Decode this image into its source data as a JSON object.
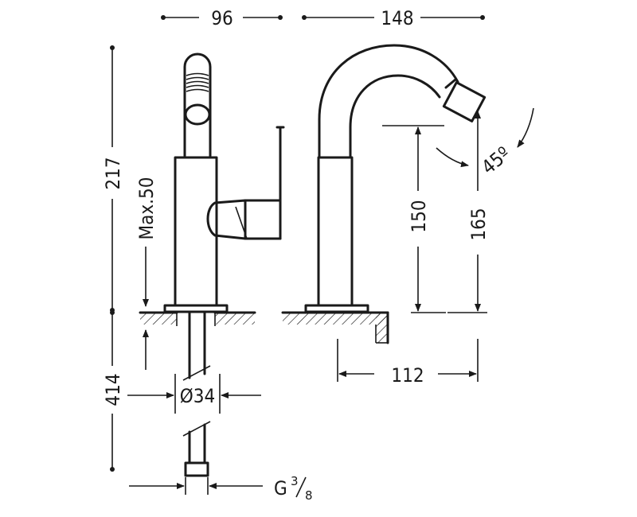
{
  "dimensions": {
    "top_width_left": "96",
    "top_width_right": "148",
    "total_height": "217",
    "max_deck": "Max.50",
    "below_deck": "414",
    "hole_diameter": "Ø34",
    "outlet_height_spout": "150",
    "outlet_height_total": "165",
    "spout_reach": "112",
    "swivel_angle": "45º",
    "thread_letter": "G",
    "thread_num": "3",
    "thread_den": "8"
  },
  "colors": {
    "line": "#1a1a1a",
    "background": "#ffffff"
  }
}
